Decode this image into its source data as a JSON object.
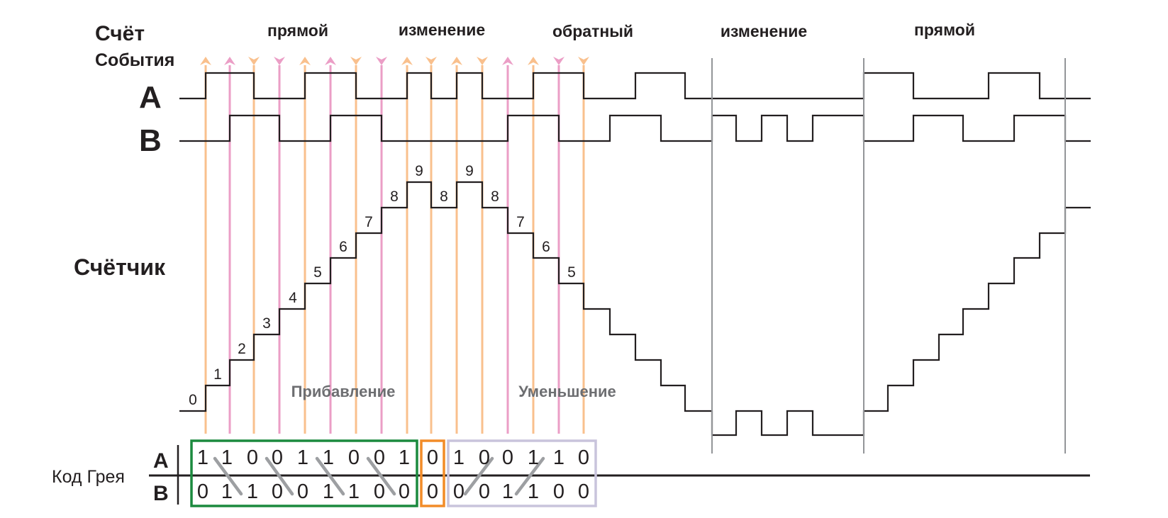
{
  "headings": {
    "count": "Счёт",
    "events": "События",
    "signal_a": "A",
    "signal_b": "B",
    "counter": "Счётчик",
    "gray_code": "Код Грея",
    "row_a": "A",
    "row_b": "B"
  },
  "phases": [
    "прямой",
    "изменение",
    "обратный",
    "изменение",
    "прямой"
  ],
  "annotations": {
    "increment": "Прибавление",
    "decrement": "Уменьшение"
  },
  "counter_values": [
    "0",
    "1",
    "2",
    "3",
    "4",
    "5",
    "6",
    "7",
    "8",
    "9",
    "8",
    "9",
    "8",
    "7",
    "6",
    "5"
  ],
  "gray_code": {
    "a": [
      "1",
      "1",
      "0",
      "0",
      "1",
      "1",
      "0",
      "0",
      "1",
      "0",
      "1",
      "0",
      "0",
      "1",
      "1",
      "0"
    ],
    "b": [
      "0",
      "1",
      "1",
      "0",
      "0",
      "1",
      "1",
      "0",
      "0",
      "0",
      "0",
      "0",
      "1",
      "1",
      "0",
      "0"
    ]
  },
  "events": [
    {
      "dir": "up",
      "type": "A"
    },
    {
      "dir": "up",
      "type": "B"
    },
    {
      "dir": "down",
      "type": "A"
    },
    {
      "dir": "down",
      "type": "B"
    },
    {
      "dir": "up",
      "type": "A"
    },
    {
      "dir": "up",
      "type": "B"
    },
    {
      "dir": "down",
      "type": "A"
    },
    {
      "dir": "down",
      "type": "B"
    },
    {
      "dir": "up",
      "type": "A"
    },
    {
      "dir": "down",
      "type": "A"
    },
    {
      "dir": "up",
      "type": "A"
    },
    {
      "dir": "down",
      "type": "A"
    },
    {
      "dir": "up",
      "type": "B"
    },
    {
      "dir": "up",
      "type": "A"
    },
    {
      "dir": "down",
      "type": "B"
    },
    {
      "dir": "down",
      "type": "A"
    }
  ],
  "colors": {
    "event_a": "#f9c08d",
    "event_b": "#eb9ec6",
    "increment_box": "#1b8a3e",
    "change_box": "#f28c28",
    "decrement_box": "#c9c4dc",
    "line": "#231f20",
    "separator": "#939598",
    "transition_mark": "#9d9fa2"
  }
}
